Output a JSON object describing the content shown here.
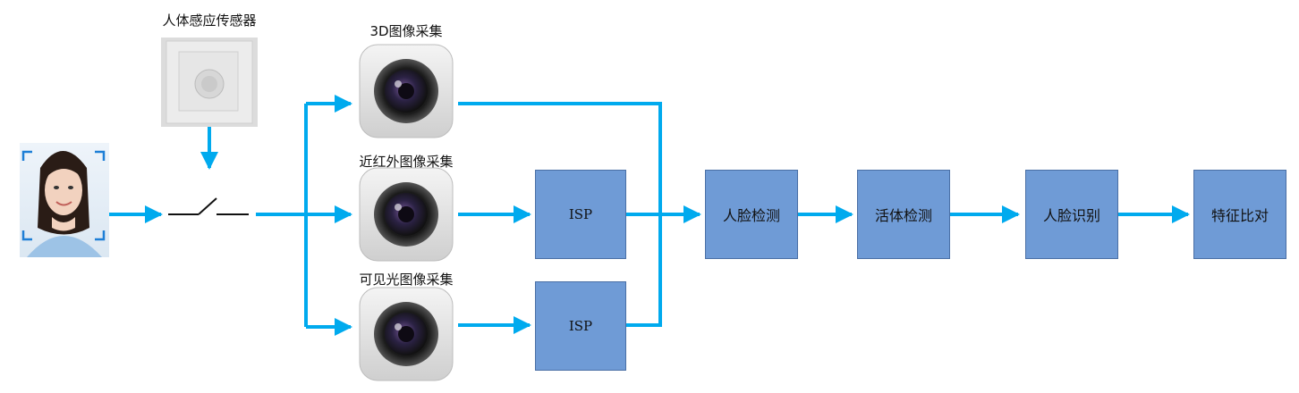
{
  "labels": {
    "sensor": "人体感应传感器",
    "cam_3d": "3D图像采集",
    "cam_nir": "近红外图像采集",
    "cam_visible": "可见光图像采集"
  },
  "boxes": {
    "isp_nir": "ISP",
    "isp_visible": "ISP",
    "face_detect": "人脸检测",
    "liveness": "活体检测",
    "face_recog": "人脸识别",
    "feature_compare": "特征比对"
  },
  "colors": {
    "arrow": "#00aaee",
    "box_fill": "#6f9bd6",
    "box_border": "#4a6fa5"
  },
  "icons": {
    "face": "person-face-photo",
    "sensor": "pir-motion-sensor",
    "switch": "switch-icon",
    "camera": "camera-lens-icon"
  }
}
